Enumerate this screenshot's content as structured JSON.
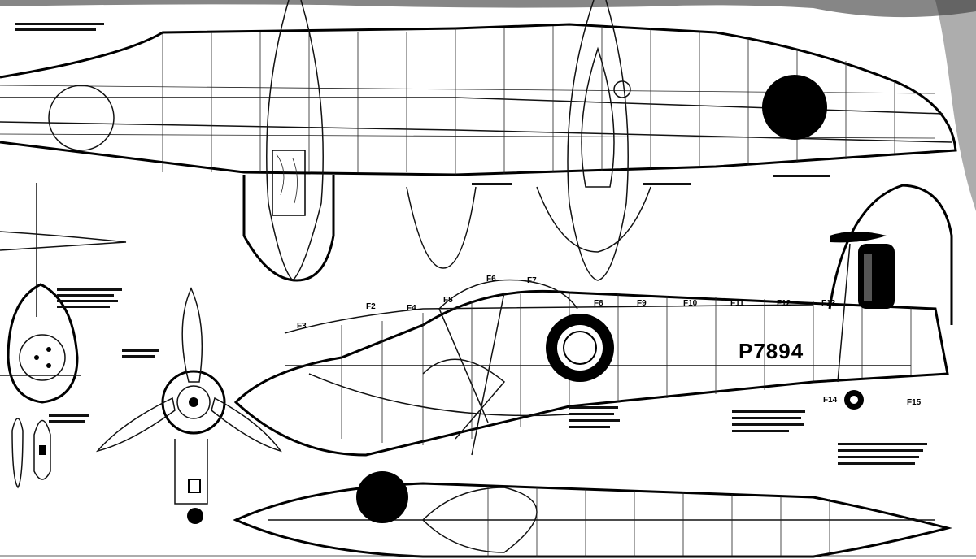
{
  "drawing": {
    "serial": "P7894",
    "stations": [
      "F2",
      "F3",
      "F4",
      "F5",
      "F6",
      "F7",
      "F8",
      "F9",
      "F10",
      "F11",
      "F12",
      "F13",
      "F14",
      "F15"
    ],
    "colors": {
      "ink": "#000000",
      "paper": "#ffffff"
    }
  }
}
